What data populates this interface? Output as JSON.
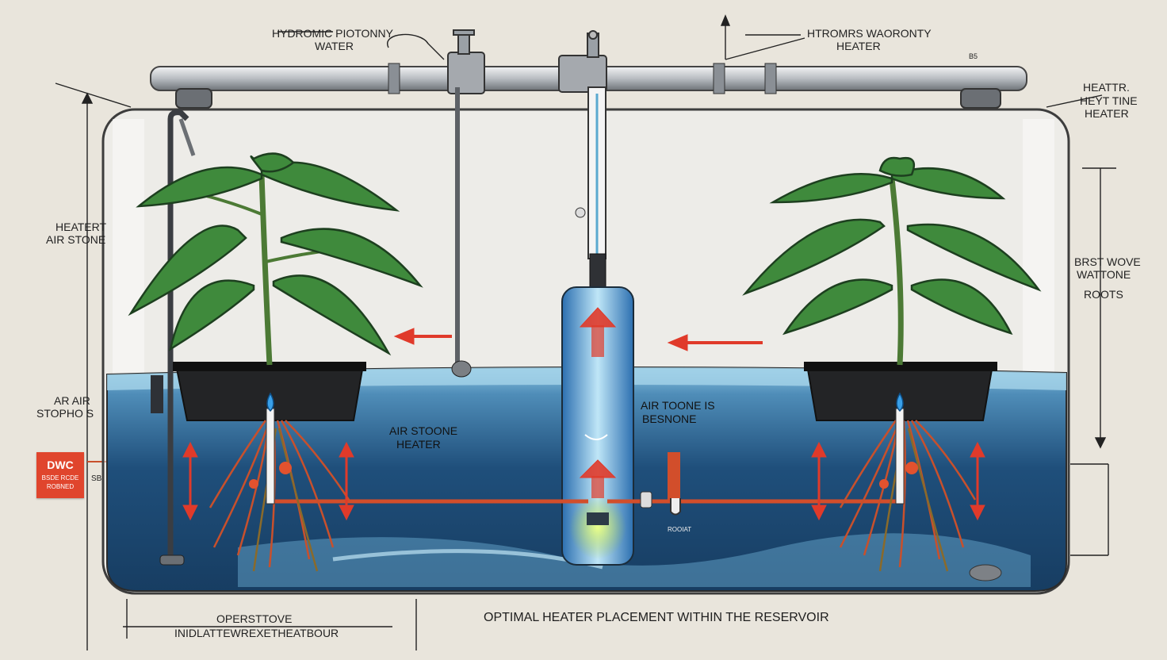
{
  "labels": {
    "top_left_a": "HYDROMIC PIOTONNY",
    "top_left_b": "WATER",
    "top_right_a": "HTROMRS WAORONTY",
    "top_right_b": "HEATER",
    "top_right_tiny": "B5",
    "right_top_a": "HEATTR.",
    "right_top_b": "HEYT TINE",
    "right_top_c": "HEATER",
    "left_a": "HEATERT",
    "left_b": "AIR STONE",
    "left_c": "AR AIR",
    "left_d": "STOPHO S",
    "right_mid_a": "BRST WOVE",
    "right_mid_b": "WATTONE",
    "right_mid_c": "ROOTS",
    "center_water_a": "AIR STOONE",
    "center_water_b": "HEATER",
    "center_right_a": "AIR TOONE IS",
    "center_right_b": "BESNONE",
    "tiny_under_pipe": "ROOIAT",
    "dwc_title": "DWC",
    "dwc_sub_a": "BSDE RCDE",
    "dwc_sub_b": "ROBNED",
    "dwc_side": "SB",
    "bottom_left_a": "OPERSTTOVE",
    "bottom_left_b": "INIDLATTEWREXETHEATBOUR",
    "bottom_caption": "OPTIMAL HEATER PLACEMENT WITHIN THE RESERVOIR"
  },
  "icons": {
    "arrow_flow": "red-arrow-icon",
    "air_bubble": "water-drop-icon",
    "valve": "valve-icon"
  },
  "colors": {
    "background": "#e9e5dc",
    "water_deep": "#1d4f7a",
    "water_light": "#6fb2d6",
    "leaf": "#3f8a3c",
    "leaf_dark": "#24572a",
    "root": "#c8502c",
    "arrow_red": "#e03a2a",
    "pipe": "#c9ccd0",
    "pot": "#1f1f1f",
    "heater_glow": "#c6e85a"
  }
}
